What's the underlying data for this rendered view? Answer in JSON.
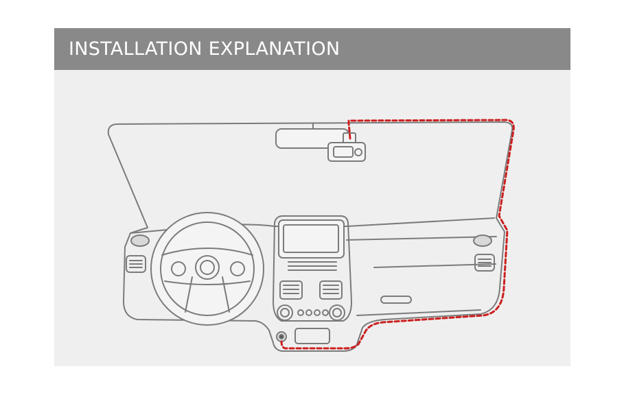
{
  "banner": {
    "title": "INSTALLATION EXPLANATION"
  },
  "colors": {
    "banner_background": "#898989",
    "banner_text": "#ffffff",
    "panel_background": "#efefef",
    "line_art": "#7a7a7a",
    "cable_route": "#cc1f1f"
  },
  "diagram": {
    "components": [
      "windshield",
      "rear-view-mirror",
      "dash-camera",
      "steering-wheel",
      "center-screen",
      "air-vents",
      "speakers",
      "power-socket"
    ],
    "cable_route_style": "dashed"
  }
}
